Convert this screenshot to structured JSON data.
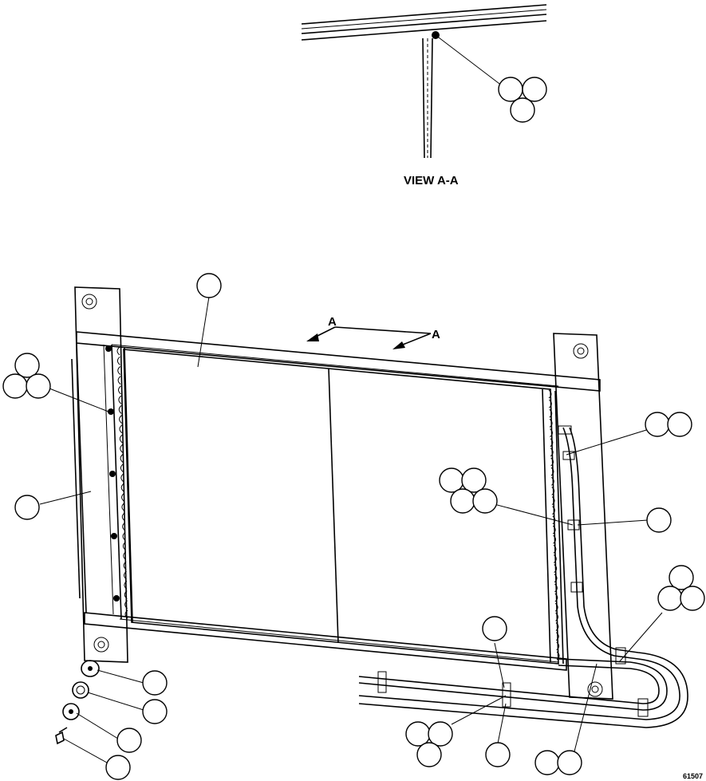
{
  "view_label": "VIEW A-A",
  "section_mark_left": "A",
  "section_mark_right": "A",
  "figure_code": "61507"
}
